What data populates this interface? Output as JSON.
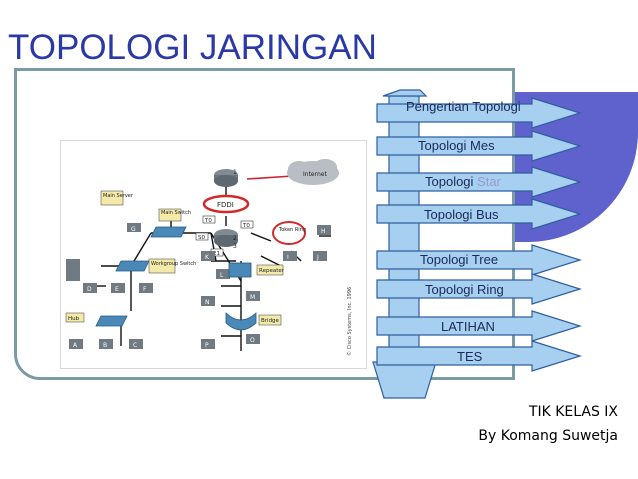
{
  "slide": {
    "title": "TOPOLOGI JARINGAN",
    "credit": {
      "line1": "TIK KELAS IX",
      "line2": "By Komang Suwetja"
    }
  },
  "menu": [
    {
      "label": "Pengertian Topologi"
    },
    {
      "label_prefix": "Topologi ",
      "label": "Mes"
    },
    {
      "label_prefix": "Topologi ",
      "label": "Star"
    },
    {
      "label_prefix": "Topologi ",
      "label": "Bus"
    },
    {
      "label_prefix": "Topologi ",
      "label": "Tree"
    },
    {
      "label_prefix": "Topologi ",
      "label": "Ring"
    },
    {
      "label": "LATIHAN"
    },
    {
      "label": "TES"
    }
  ],
  "diagram": {
    "nodes": {
      "internet": "Internet",
      "fddi": "FDDI",
      "main_server": "Main Server",
      "main_switch": "Main Switch",
      "workgroup_switch": "Workgroup Switch",
      "token_ring": "Token Ring",
      "repeater": "Repeater",
      "bridge": "Bridge",
      "hub": "Hub",
      "copyright": "© Cisco Systems, Inc. 1996"
    },
    "letters": [
      "A",
      "B",
      "C",
      "D",
      "E",
      "F",
      "G",
      "H",
      "I",
      "J",
      "K",
      "L",
      "M",
      "N",
      "O",
      "P"
    ],
    "numbers": [
      "1",
      "2",
      "3"
    ],
    "tags": [
      "T0",
      "T0",
      "S0",
      "E1"
    ]
  },
  "colors": {
    "title": "#2a39a5",
    "band": "#5f62cd",
    "frame": "#7a9ba3",
    "arrow_fill": "#a6cff0",
    "arrow_stroke": "#2f5fa0",
    "accent_text": "#9a9acc"
  }
}
